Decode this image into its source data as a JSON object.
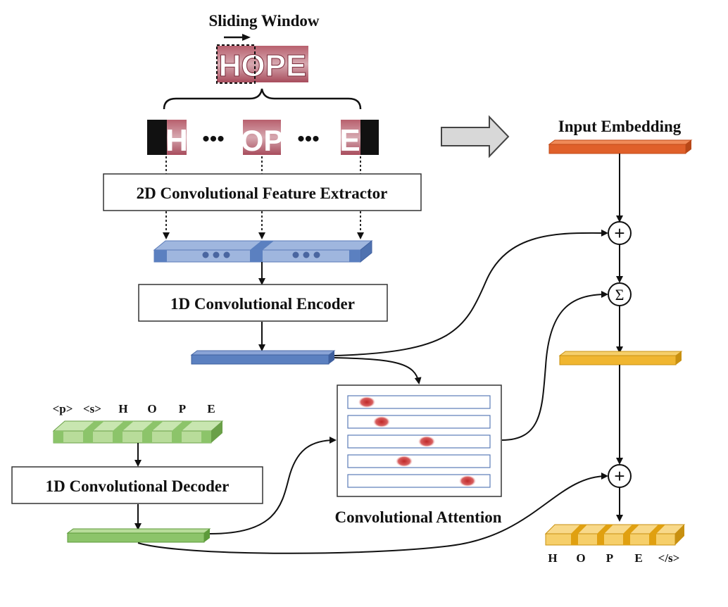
{
  "texts": {
    "sliding_window": "Sliding Window",
    "input_text": "HOPE",
    "crop_left": "H",
    "crop_mid": "OP",
    "crop_right": "E",
    "ellipsis": "•••",
    "feature_extractor": "2D Convolutional Feature Extractor",
    "encoder": "1D Convolutional Encoder",
    "decoder": "1D Convolutional Decoder",
    "attention": "Convolutional Attention",
    "input_embedding": "Input Embedding",
    "plus": "+",
    "sigma": "Σ"
  },
  "decoder_input_tokens": [
    "<p>",
    "<s>",
    "H",
    "O",
    "P",
    "E"
  ],
  "output_tokens": [
    "H",
    "O",
    "P",
    "E",
    "</s>"
  ],
  "colors": {
    "blue": "#5b80c0",
    "green": "#8cc46a",
    "orange": "#e0602a",
    "yellow": "#f0b630",
    "attention_red": "#c03030",
    "image_red": "#9a3a4a"
  }
}
